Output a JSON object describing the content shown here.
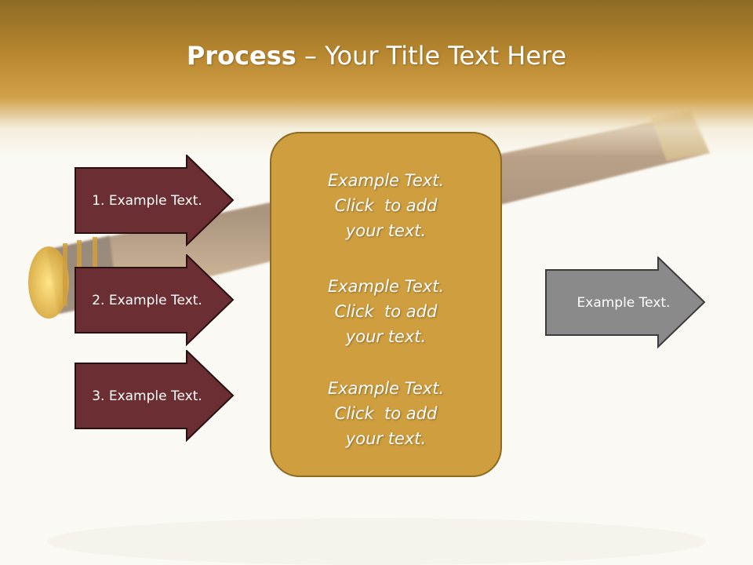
{
  "title": {
    "bold": "Process",
    "rest": " – Your Title Text Here"
  },
  "left_arrows": [
    {
      "label": "1. Example Text."
    },
    {
      "label": "2. Example Text."
    },
    {
      "label": "3. Example Text."
    }
  ],
  "center_blocks": [
    {
      "line1": "Example Text.",
      "line2": "Click  to add",
      "line3": "your text."
    },
    {
      "line1": "Example Text.",
      "line2": "Click  to add",
      "line3": "your text."
    },
    {
      "line1": "Example Text.",
      "line2": "Click  to add",
      "line3": "your text."
    }
  ],
  "right_arrow": {
    "label": "Example Text."
  },
  "colors": {
    "header_band": "#b8872f",
    "left_arrow_fill": "#6b2e32",
    "center_box_fill": "#cf9e3f",
    "right_arrow_fill": "#8a8a8a"
  }
}
